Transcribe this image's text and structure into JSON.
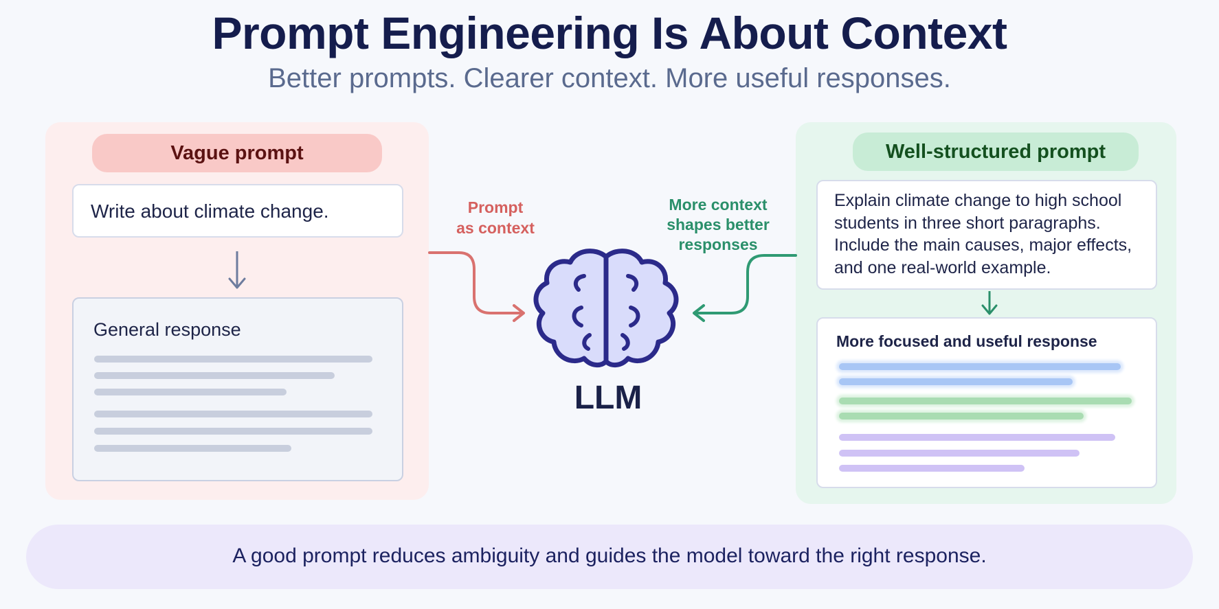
{
  "title": "Prompt Engineering Is About Context",
  "subtitle": "Better prompts. Clearer context. More useful responses.",
  "left_panel": {
    "header": "Vague prompt",
    "prompt_text": "Write about climate change.",
    "response_label": "General response"
  },
  "right_panel": {
    "header": "Well-structured prompt",
    "prompt_lines": [
      "Explain climate change to high school",
      "students in three short paragraphs.",
      "Include the main causes, major effects,",
      "and one real-world example."
    ],
    "response_label": "More focused and useful response"
  },
  "arrow_labels": {
    "left": [
      "Prompt",
      "as context"
    ],
    "right": [
      "More context",
      "shapes better",
      "responses"
    ]
  },
  "center": {
    "label": "LLM",
    "icon": "brain-icon"
  },
  "footer": "A good prompt reduces ambiguity and guides the model toward the right response.",
  "colors": {
    "vague_accent": "#d5605e",
    "structured_accent": "#2a8f6a",
    "brain_fill": "#d9dcfb",
    "brain_stroke": "#2b2a8a"
  }
}
